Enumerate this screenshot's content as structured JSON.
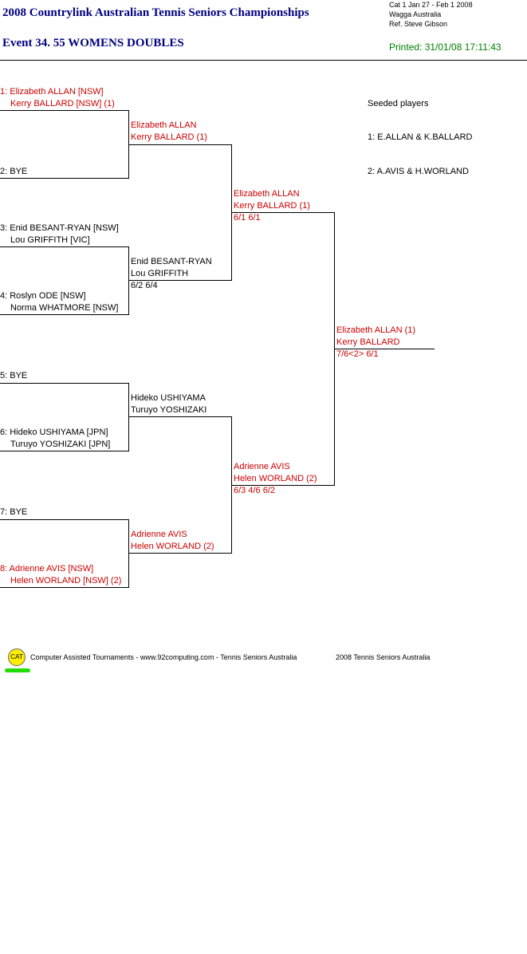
{
  "header": {
    "title": "2008 Countrylink Australian Tennis Seniors Championships",
    "event": "Event 34. 55 WOMENS DOUBLES",
    "info_line1": "Cat 1   Jan 27 - Feb 1 2008",
    "info_line2": "Wagga   Australia",
    "info_line3": "Ref. Steve Gibson",
    "printed": "Printed: 31/01/08 17:11:43"
  },
  "seeds": {
    "heading": "Seeded players",
    "items": [
      "1: E.ALLAN & K.BALLARD",
      "2: A.AVIS & H.WORLAND"
    ]
  },
  "round1": [
    {
      "line1": "1: Elizabeth ALLAN [NSW]",
      "line2": "Kerry BALLARD [NSW] (1)",
      "color": "#cc0000"
    },
    {
      "line1": "2: BYE",
      "line2": "",
      "color": "#000000"
    },
    {
      "line1": "3: Enid BESANT-RYAN [NSW]",
      "line2": "Lou GRIFFITH [VIC]",
      "color": "#000000"
    },
    {
      "line1": "4: Roslyn ODE [NSW]",
      "line2": "Norma WHATMORE [NSW]",
      "color": "#000000"
    },
    {
      "line1": "5: BYE",
      "line2": "",
      "color": "#000000"
    },
    {
      "line1": "6: Hideko USHIYAMA [JPN]",
      "line2": "Turuyo YOSHIZAKI [JPN]",
      "color": "#000000"
    },
    {
      "line1": "7: BYE",
      "line2": "",
      "color": "#000000"
    },
    {
      "line1": "8: Adrienne AVIS [NSW]",
      "line2": "Helen WORLAND [NSW] (2)",
      "color": "#cc0000"
    }
  ],
  "round2": [
    {
      "line1": "Elizabeth ALLAN",
      "line2": "Kerry BALLARD (1)",
      "score": "",
      "color": "#cc0000"
    },
    {
      "line1": "Enid BESANT-RYAN",
      "line2": "Lou GRIFFITH",
      "score": "6/2 6/4",
      "color": "#000000"
    },
    {
      "line1": "Hideko USHIYAMA",
      "line2": "Turuyo YOSHIZAKI",
      "score": "",
      "color": "#000000"
    },
    {
      "line1": "Adrienne AVIS",
      "line2": "Helen WORLAND (2)",
      "score": "",
      "color": "#cc0000"
    }
  ],
  "semifinals": [
    {
      "line1": "Elizabeth ALLAN",
      "line2": "Kerry BALLARD (1)",
      "score": "6/1 6/1",
      "color": "#cc0000"
    },
    {
      "line1": "Adrienne AVIS",
      "line2": "Helen WORLAND (2)",
      "score": "6/3 4/6 6/2",
      "color": "#cc0000"
    }
  ],
  "final": {
    "line1": "Elizabeth ALLAN (1)",
    "line2": "Kerry BALLARD",
    "score": "7/6<2> 6/1",
    "color": "#cc0000"
  },
  "footer": {
    "logo_text": "CAT",
    "text": "Computer Assisted Tournaments - www.92computing.com -  Tennis Seniors Australia",
    "right": "2008 Tennis Seniors Australia"
  }
}
